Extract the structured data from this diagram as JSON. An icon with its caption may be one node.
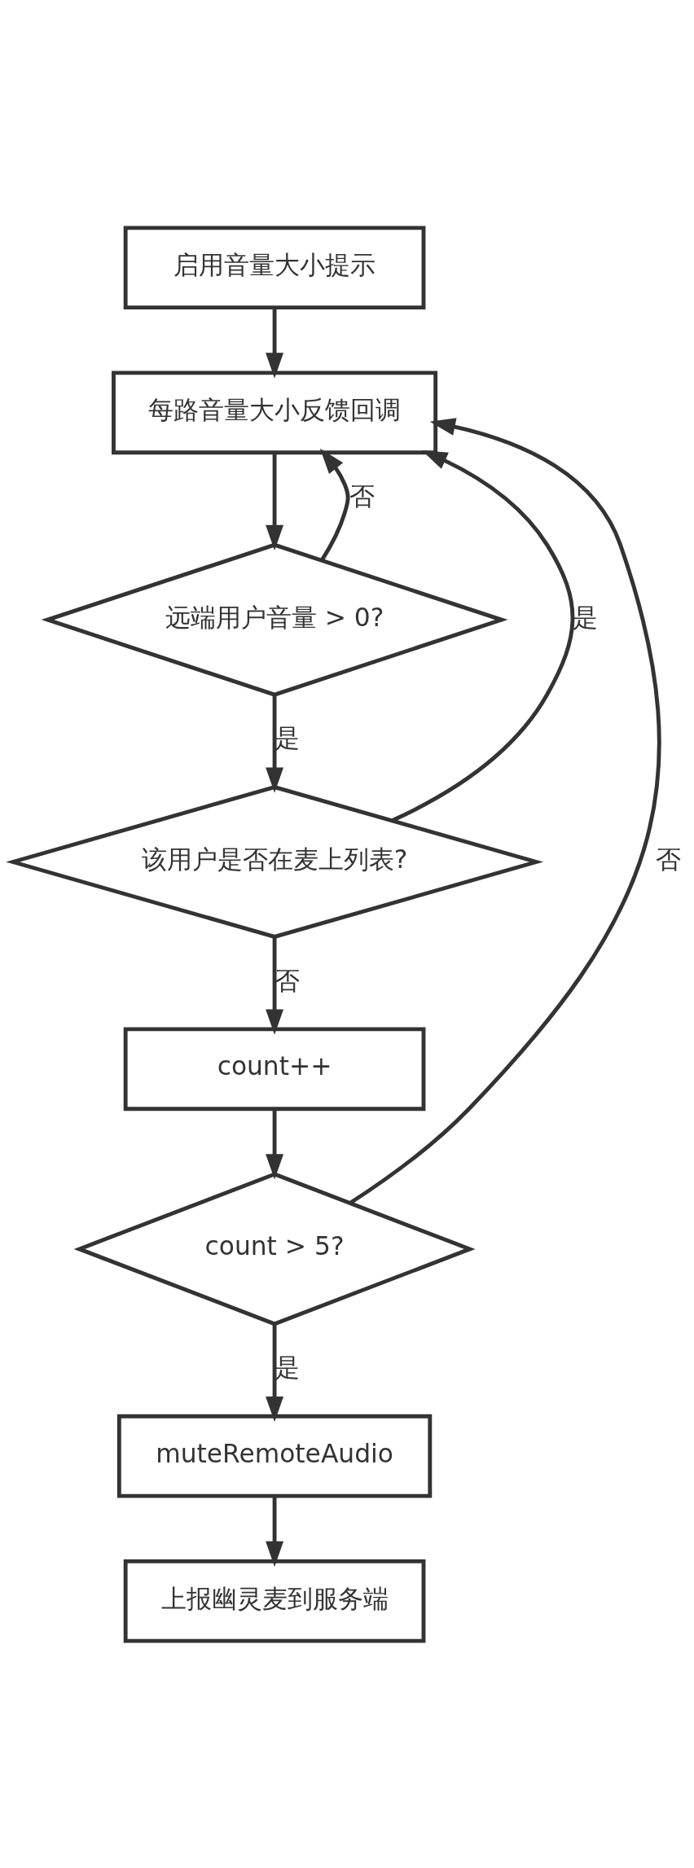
{
  "diagram": {
    "nodes": [
      {
        "text": [
          "启用音量大小提示"
        ]
      },
      {
        "text": [
          "每路音量大小反馈回调"
        ]
      },
      {
        "text": [
          "远端用户音量 > 0?"
        ]
      },
      {
        "text": [
          "该用户是否在麦上列表?"
        ]
      },
      {
        "text": [
          "count++"
        ]
      },
      {
        "text": [
          "count > 5?"
        ]
      },
      {
        "text": [
          "muteRemoteAudio"
        ]
      },
      {
        "text": [
          "上报幽灵麦到服务端"
        ]
      }
    ],
    "edges": [
      {
        "from": 0,
        "to": 1,
        "arrow": "to"
      },
      {
        "from": 1,
        "to": 2,
        "arrow": "to"
      },
      {
        "from": 2,
        "to": 3,
        "arrow": "to",
        "label": "是"
      },
      {
        "from": 2,
        "to": 1,
        "arrow": "to",
        "label": "否"
      },
      {
        "from": 3,
        "to": 1,
        "arrow": "to",
        "label": "是"
      },
      {
        "from": 3,
        "to": 4,
        "arrow": "to",
        "label": "否"
      },
      {
        "from": 4,
        "to": 5,
        "arrow": "to"
      },
      {
        "from": 5,
        "to": 1,
        "arrow": "to",
        "label": "否"
      },
      {
        "from": 5,
        "to": 6,
        "arrow": "to",
        "label": "是"
      },
      {
        "from": 6,
        "to": 7,
        "arrow": "to"
      }
    ]
  }
}
